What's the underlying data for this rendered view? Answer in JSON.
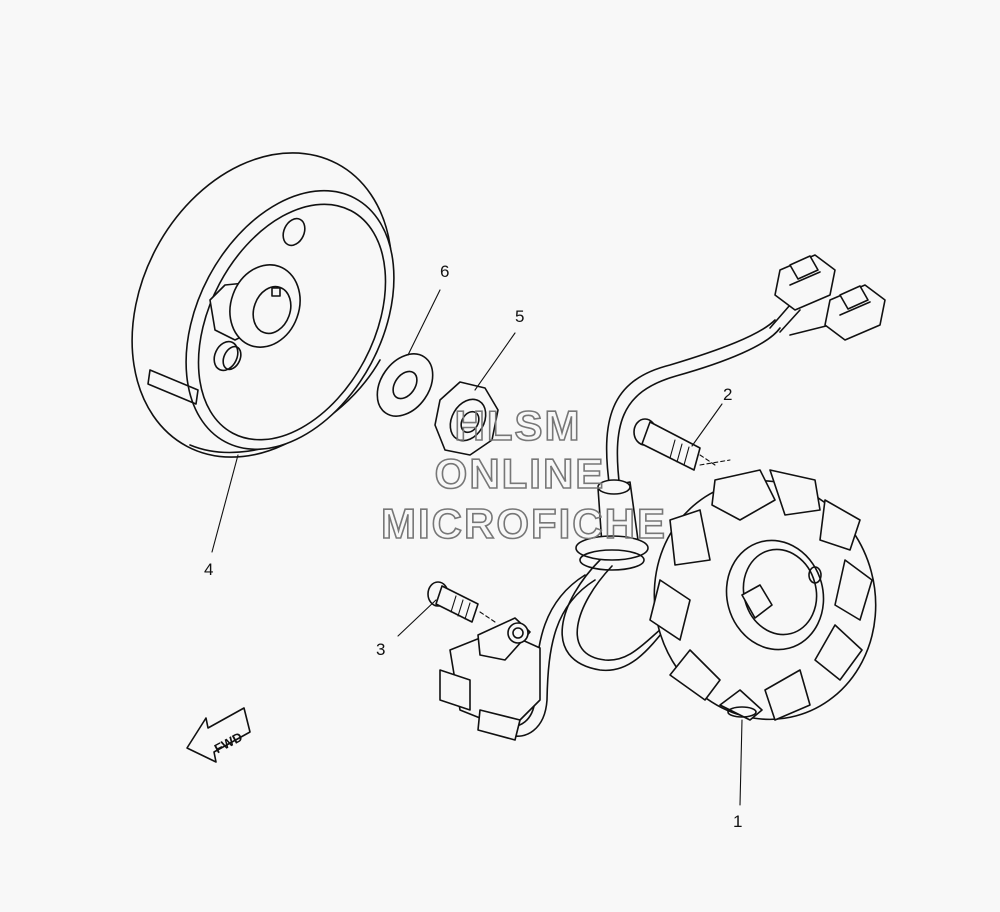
{
  "callouts": {
    "c1": "1",
    "c2": "2",
    "c3": "3",
    "c4": "4",
    "c5": "5",
    "c6": "6"
  },
  "direction_label": "FWD",
  "watermark": {
    "line1": "HLSM",
    "line2": "ONLINE",
    "line3": "MICROFICHE"
  }
}
